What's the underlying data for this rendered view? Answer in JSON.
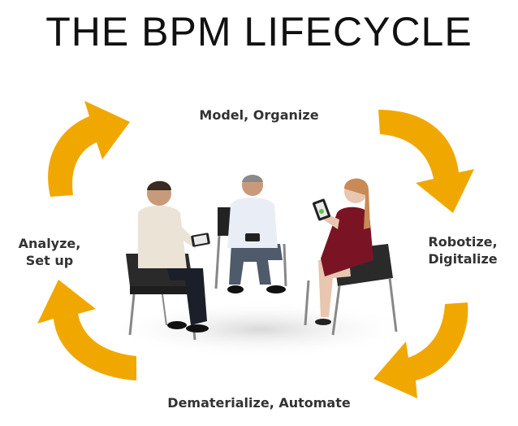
{
  "title": "THE BPM LIFECYCLE",
  "stages": {
    "top": "Model, Organize",
    "right_line1": "Robotize,",
    "right_line2": "Digitalize",
    "bottom": "Dematerialize, Automate",
    "left_line1": "Analyze,",
    "left_line2": "Set up"
  },
  "colors": {
    "arrow": "#F0A800",
    "title": "#111111",
    "label": "#333333"
  },
  "icons": {
    "arrows": "curved-arrow-icon",
    "photo": "people-seated-with-tablets"
  }
}
